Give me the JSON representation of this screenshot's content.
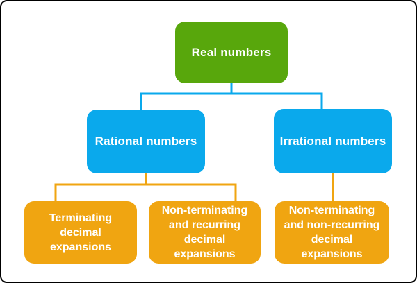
{
  "colors": {
    "green": "#58A70C",
    "blue": "#0AA9EC",
    "orange": "#F0A511",
    "text": "#FFFFFF",
    "frame": "#000000",
    "background": "#FFFFFF"
  },
  "nodes": {
    "real": {
      "lines": [
        "Real numbers"
      ]
    },
    "rational": {
      "lines": [
        "Rational numbers"
      ]
    },
    "irrational": {
      "lines": [
        "Irrational numbers"
      ]
    },
    "terminating": {
      "lines": [
        "Terminating",
        "decimal",
        "expansions"
      ]
    },
    "nonterm_recurring": {
      "lines": [
        "Non-terminating",
        "and recurring",
        "decimal",
        "expansions"
      ]
    },
    "nonterm_nonrecurring": {
      "lines": [
        "Non-terminating",
        "and non-recurring",
        "decimal",
        "expansions"
      ]
    }
  },
  "edges": [
    {
      "from": "Real numbers",
      "to": "Rational numbers"
    },
    {
      "from": "Real numbers",
      "to": "Irrational numbers"
    },
    {
      "from": "Rational numbers",
      "to": "Terminating decimal expansions"
    },
    {
      "from": "Rational numbers",
      "to": "Non-terminating and recurring decimal expansions"
    },
    {
      "from": "Irrational numbers",
      "to": "Non-terminating and non-recurring decimal expansions"
    }
  ]
}
